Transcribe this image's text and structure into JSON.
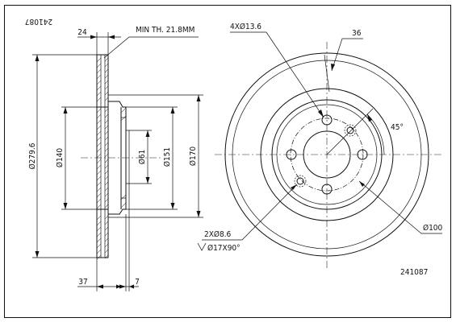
{
  "part_number": "241087",
  "part_number_rotated": "241087",
  "side_view": {
    "thickness_note": "MIN TH. 21.8MM",
    "width_label": "24",
    "overall_diameter_label": "Ø279.6",
    "diameter_140_label": "Ø140",
    "diameter_61_label": "Ø61",
    "diameter_151_label": "Ø151",
    "diameter_170_label": "Ø170",
    "height_37_label": "37",
    "offset_7_label": "7"
  },
  "front_view": {
    "bolt_holes_label": "4XØ13.6",
    "vent_label": "36",
    "angle_label": "45°",
    "pcd_label": "Ø100",
    "small_holes_label": "2XØ8.6",
    "countersink_label": "Ø17X90°"
  }
}
